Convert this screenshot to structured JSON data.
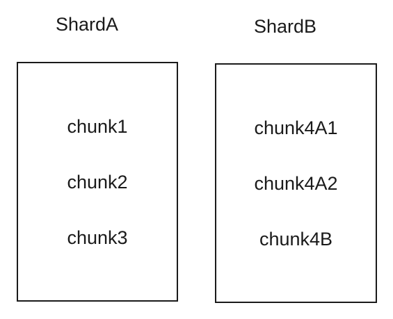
{
  "shards": [
    {
      "name": "ShardA",
      "chunks": [
        "chunk1",
        "chunk2",
        "chunk3"
      ]
    },
    {
      "name": "ShardB",
      "chunks": [
        "chunk4A1",
        "chunk4A2",
        "chunk4B"
      ]
    }
  ],
  "colors": {
    "line": "#1a1a1a",
    "text": "#1a1a1a",
    "background": "#ffffff"
  }
}
